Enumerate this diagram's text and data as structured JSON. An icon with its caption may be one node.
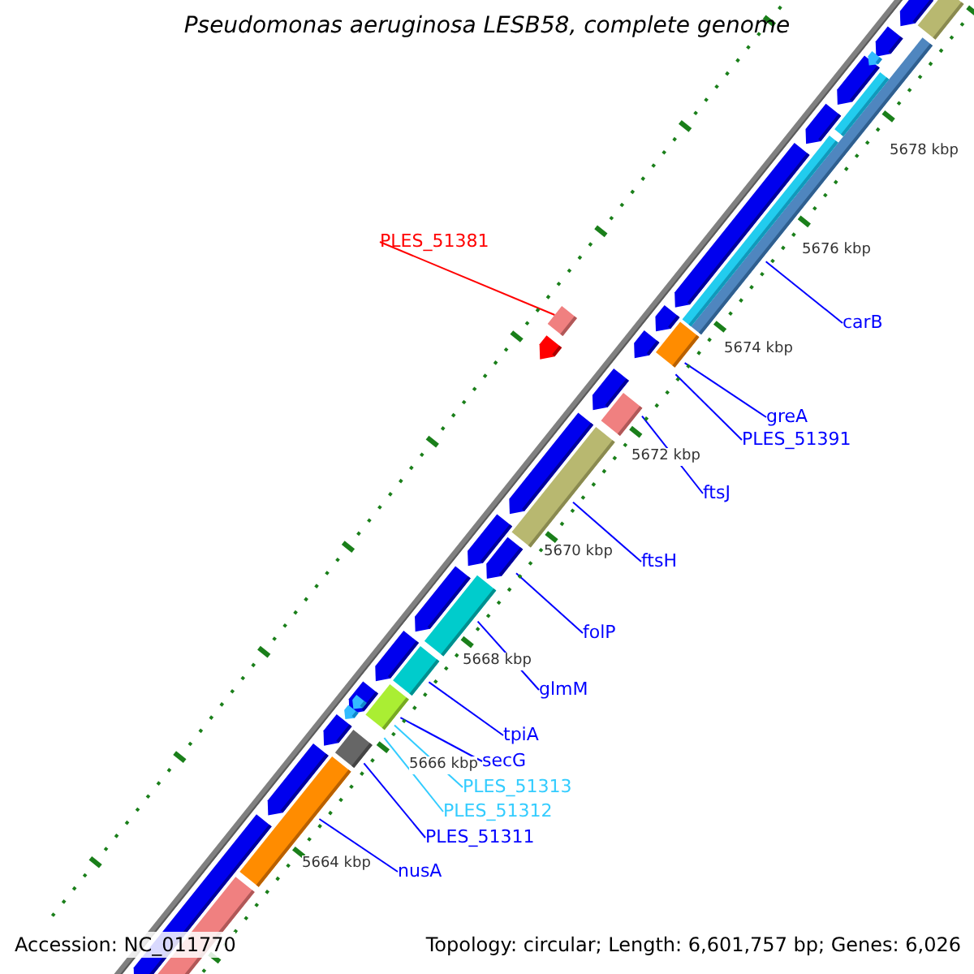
{
  "diagram": {
    "title": "Pseudomonas aeruginosa LESB58, complete genome",
    "nodes": [
      {
        "text": [
          "PLES_51381"
        ]
      },
      {
        "text": [
          "carB"
        ]
      },
      {
        "text": [
          "greA"
        ]
      },
      {
        "text": [
          "PLES_51391"
        ]
      },
      {
        "text": [
          "ftsJ"
        ]
      },
      {
        "text": [
          "ftsH"
        ]
      },
      {
        "text": [
          "folP"
        ]
      },
      {
        "text": [
          "glmM"
        ]
      },
      {
        "text": [
          "tpiA"
        ]
      },
      {
        "text": [
          "secG"
        ]
      },
      {
        "text": [
          "PLES_51313"
        ]
      },
      {
        "text": [
          "PLES_51312"
        ]
      },
      {
        "text": [
          "PLES_51311"
        ]
      },
      {
        "text": [
          "nusA"
        ]
      }
    ],
    "edges": [
      {
        "from": 0,
        "to": null,
        "arrow": "none",
        "color": "#ff0000"
      },
      {
        "from": 1,
        "to": null,
        "arrow": "none"
      },
      {
        "from": 2,
        "to": null,
        "arrow": "none"
      },
      {
        "from": 3,
        "to": null,
        "arrow": "none"
      },
      {
        "from": 4,
        "to": null,
        "arrow": "none"
      },
      {
        "from": 5,
        "to": null,
        "arrow": "none"
      },
      {
        "from": 6,
        "to": null,
        "arrow": "none"
      },
      {
        "from": 7,
        "to": null,
        "arrow": "none"
      },
      {
        "from": 8,
        "to": null,
        "arrow": "none"
      },
      {
        "from": 9,
        "to": null,
        "arrow": "none"
      },
      {
        "from": 10,
        "to": null,
        "arrow": "none",
        "color": "#33ccff"
      },
      {
        "from": 11,
        "to": null,
        "arrow": "none",
        "color": "#33ccff"
      },
      {
        "from": 12,
        "to": null,
        "arrow": "none"
      },
      {
        "from": 13,
        "to": null,
        "arrow": "none"
      }
    ],
    "labels": [
      "5678 kbp",
      "5676 kbp",
      "5674 kbp",
      "5672 kbp",
      "5670 kbp",
      "5668 kbp",
      "5666 kbp",
      "5664 kbp",
      "Accession: NC_011770",
      "Topology: circular; Length: 6,601,757 bp; Genes: 6,026"
    ]
  }
}
